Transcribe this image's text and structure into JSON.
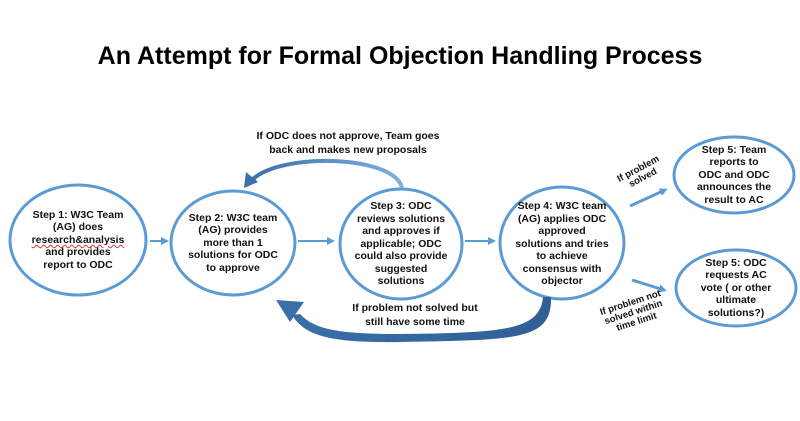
{
  "title": "An Attempt for Formal Objection Handling Process",
  "steps": {
    "step1": {
      "line1": "Step 1: W3C Team",
      "line2": "(AG) does",
      "line3": "research&analysis",
      "line4": "and provides",
      "line5": "report to ODC"
    },
    "step2": {
      "line1": "Step 2: W3C team",
      "line2": "(AG) provides",
      "line3": "more than 1",
      "line4": "solutions for ODC",
      "line5": "to approve"
    },
    "step3": {
      "line1": "Step 3: ODC",
      "line2": "reviews solutions",
      "line3": "and approves if",
      "line4": "applicable; ODC",
      "line5": "could also provide",
      "line6": "suggested",
      "line7": "solutions"
    },
    "step4": {
      "line1": "Step 4: W3C team",
      "line2": "(AG) applies ODC",
      "line3": "approved",
      "line4": "solutions and tries",
      "line5": "to achieve",
      "line6": "consensus with",
      "line7": "objector"
    },
    "step5a": {
      "line1": "Step 5: Team",
      "line2": "reports to",
      "line3": "ODC and ODC",
      "line4": "announces the",
      "line5": "result to AC"
    },
    "step5b": {
      "line1": "Step 5: ODC",
      "line2": "requests AC",
      "line3": "vote ( or other",
      "line4": "ultimate",
      "line5": "solutions?)"
    }
  },
  "notes": {
    "top_line1": "If ODC does not approve, Team goes",
    "top_line2": "back and makes new proposals",
    "bottom_line1": "If problem not solved but",
    "bottom_line2": "still have some time",
    "solved_line1": "If problem",
    "solved_line2": "solved",
    "notsolved_line1": "If problem not",
    "notsolved_line2": "solved within",
    "notsolved_line3": "time limit"
  },
  "colors": {
    "ellipse_stroke": "#5b9bd5",
    "arrow": "#5b9bd5",
    "curve_arrow_dark": "#3a6fa8"
  }
}
